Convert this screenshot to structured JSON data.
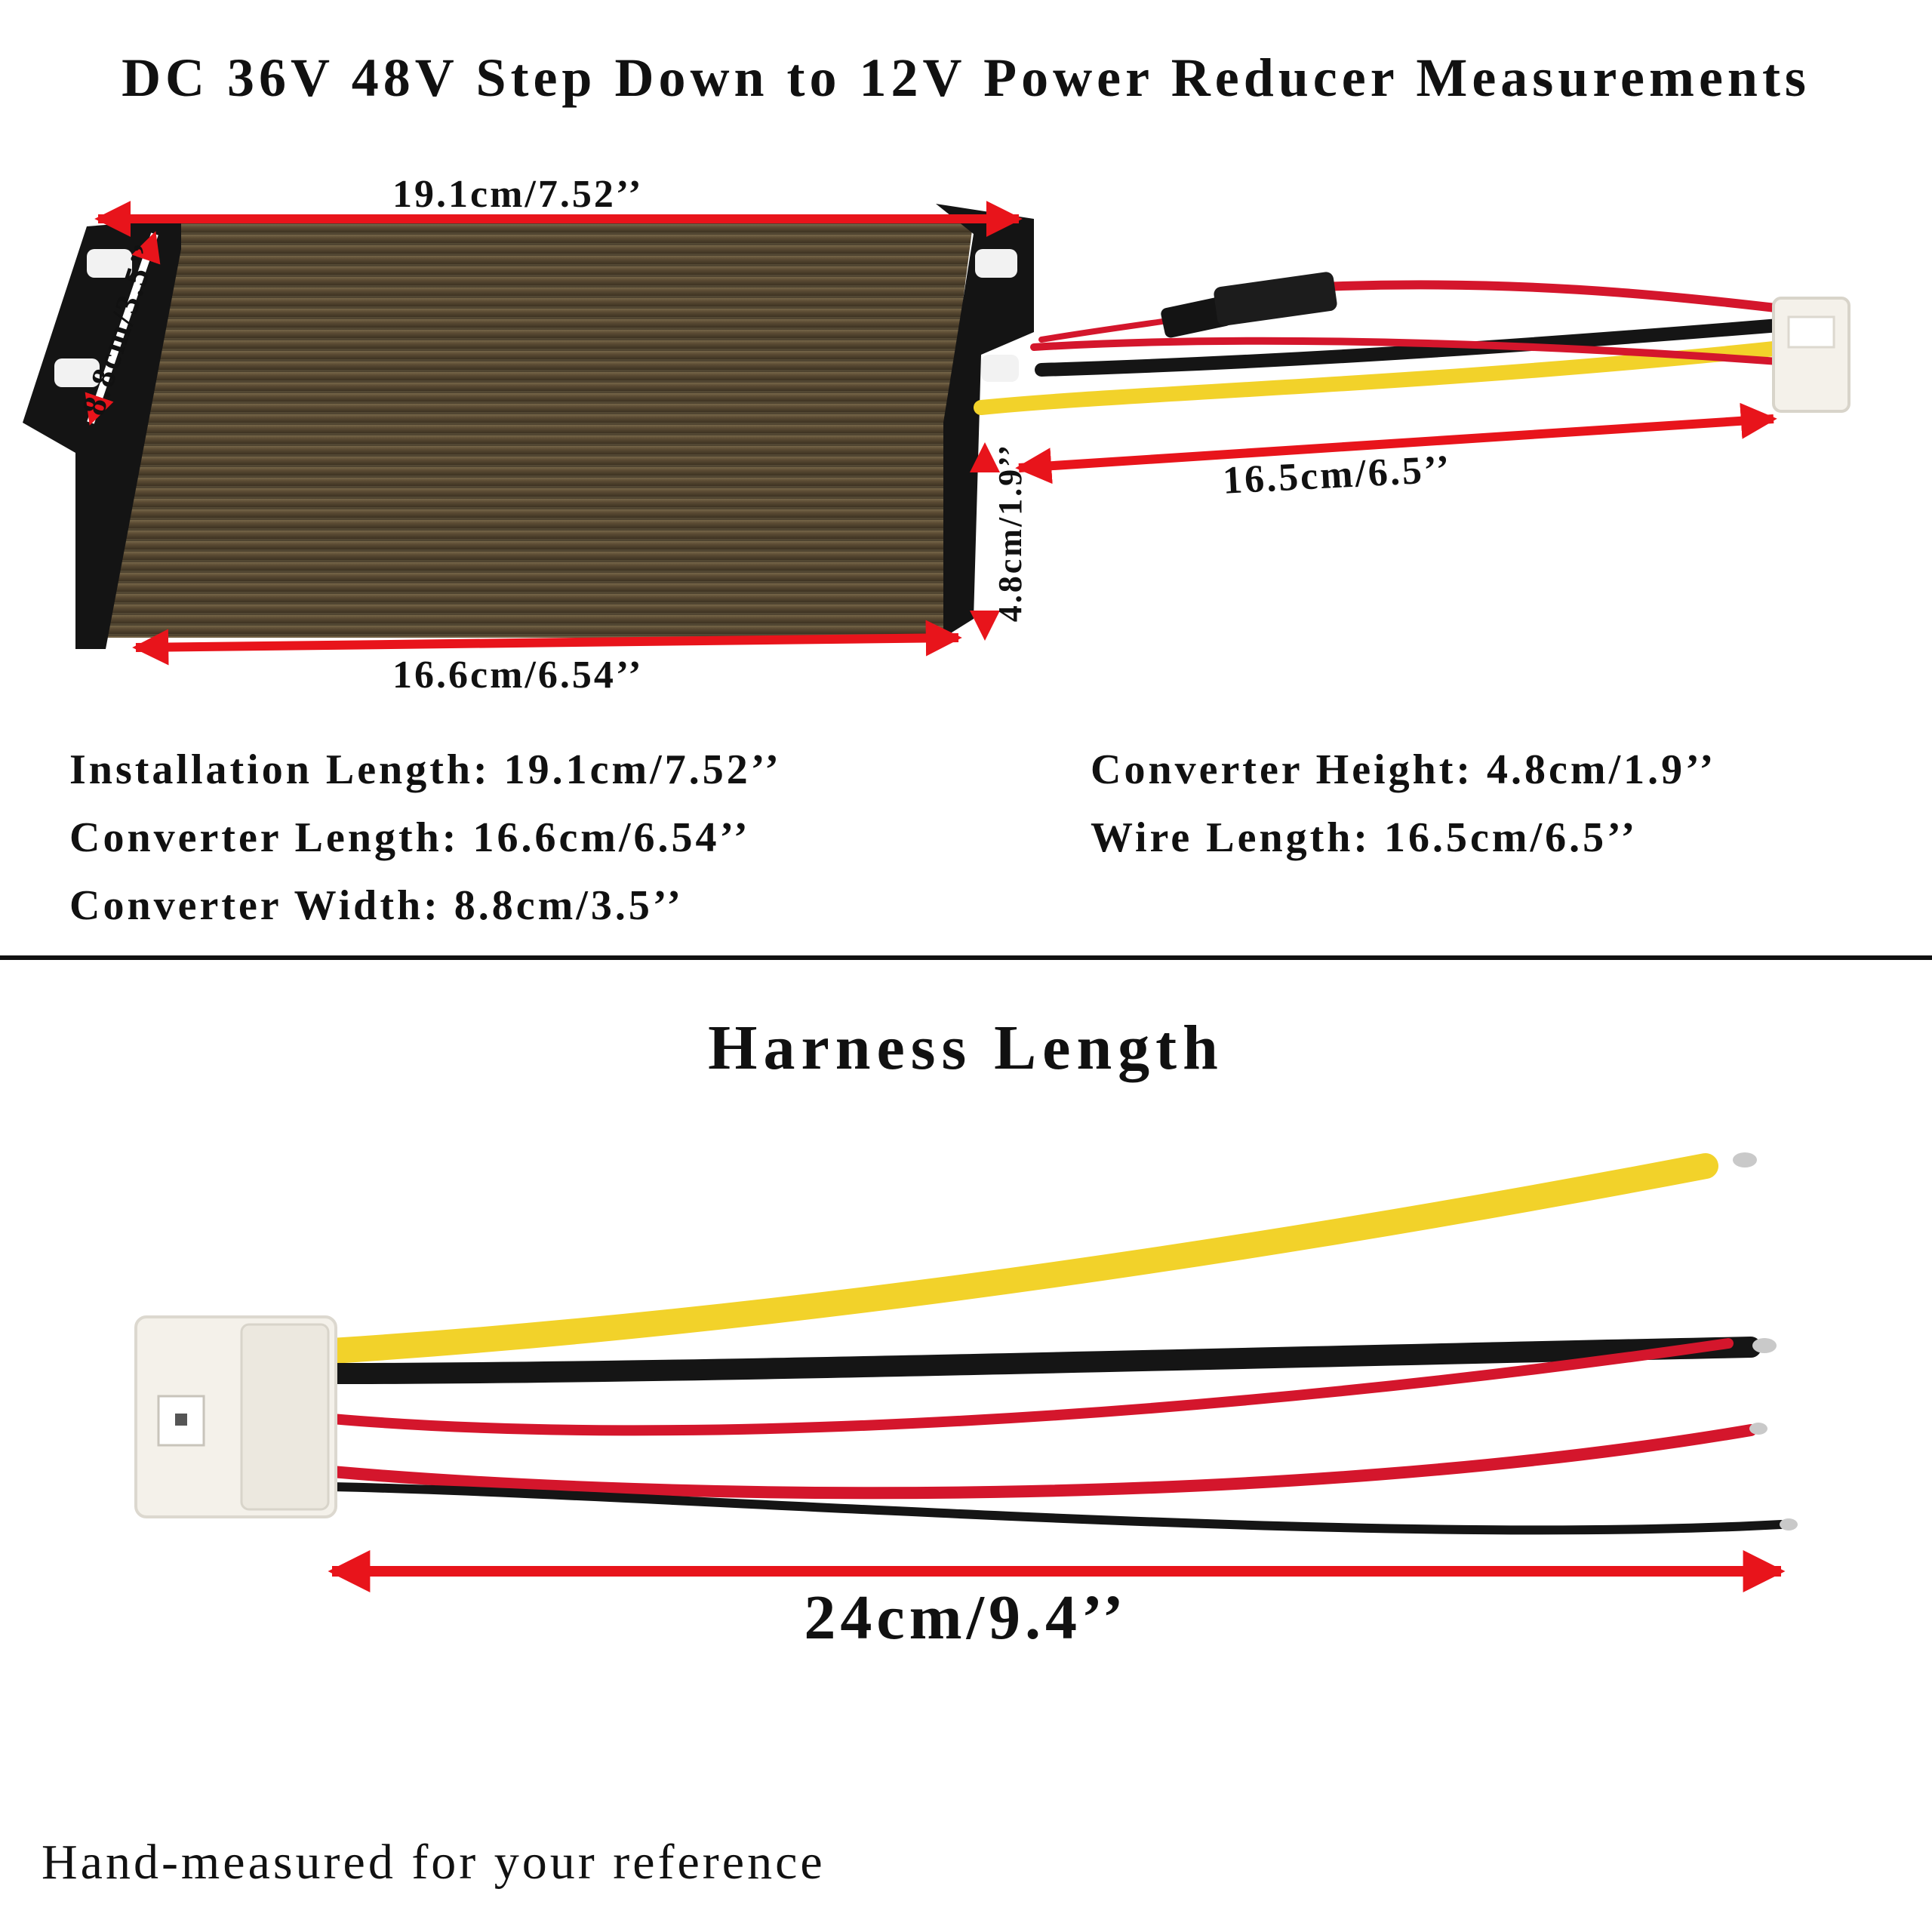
{
  "title": "DC 36V 48V Step Down to 12V Power Reducer Measurements",
  "dimensions": {
    "installation_length": "19.1cm/7.52’’",
    "converter_length": "16.6cm/6.54’’",
    "converter_width": "8.8cm/3.5’’",
    "converter_height": "4.8cm/1.9’’",
    "wire_length": "16.5cm/6.5’’"
  },
  "specs": {
    "installation": "Installation Length: 19.1cm/7.52’’",
    "converter_length": "Converter Length: 16.6cm/6.54’’",
    "converter_width": "Converter Width: 8.8cm/3.5’’",
    "converter_height": "Converter Height: 4.8cm/1.9’’",
    "wire_length": "Wire Length: 16.5cm/6.5’’"
  },
  "harness": {
    "title": "Harness Length",
    "length": "24cm/9.4’’"
  },
  "footnote": "Hand-measured for your reference",
  "colors": {
    "arrow": "#e8141b",
    "wire_yellow": "#f2d22a",
    "wire_black": "#151515",
    "wire_red": "#d4162c",
    "housing": "#6b5a3c",
    "bracket": "#141414",
    "connector": "#f4f1ea"
  }
}
